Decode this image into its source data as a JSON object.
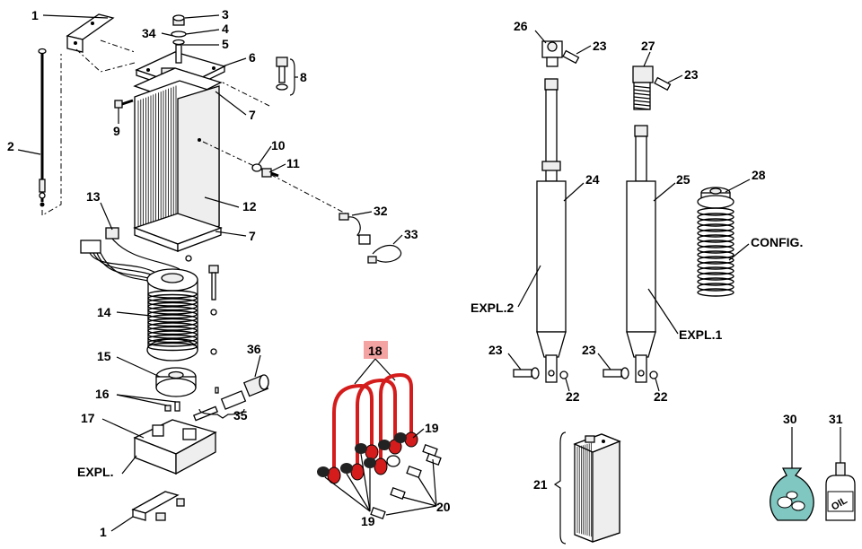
{
  "diagram": {
    "highlight_color": "#f4a3a3",
    "selected_part_color": "#d51c1c",
    "callouts": {
      "c1_top": "1",
      "c34": "34",
      "c3": "3",
      "c4": "4",
      "c5": "5",
      "c6": "6",
      "c8": "8",
      "c7_top": "7",
      "c9": "9",
      "c2": "2",
      "c10": "10",
      "c11": "11",
      "c12": "12",
      "c13": "13",
      "c7_bot": "7",
      "c32": "32",
      "c33": "33",
      "c14": "14",
      "c15": "15",
      "c36": "36",
      "c16": "16",
      "c35": "35",
      "c17": "17",
      "c_expl": "EXPL.",
      "c1_bot": "1",
      "c18": "18",
      "c19_a": "19",
      "c19_b": "19",
      "c20": "20",
      "c26": "26",
      "c23_a": "23",
      "c27": "27",
      "c23_b": "23",
      "c24": "24",
      "c25": "25",
      "c28": "28",
      "c_config": "CONFIG.",
      "c_expl2": "EXPL.2",
      "c_expl1": "EXPL.1",
      "c23_c": "23",
      "c22_a": "22",
      "c23_d": "23",
      "c22_b": "22",
      "c21": "21",
      "c30": "30",
      "c31": "31",
      "oil_text": "OIL"
    }
  }
}
